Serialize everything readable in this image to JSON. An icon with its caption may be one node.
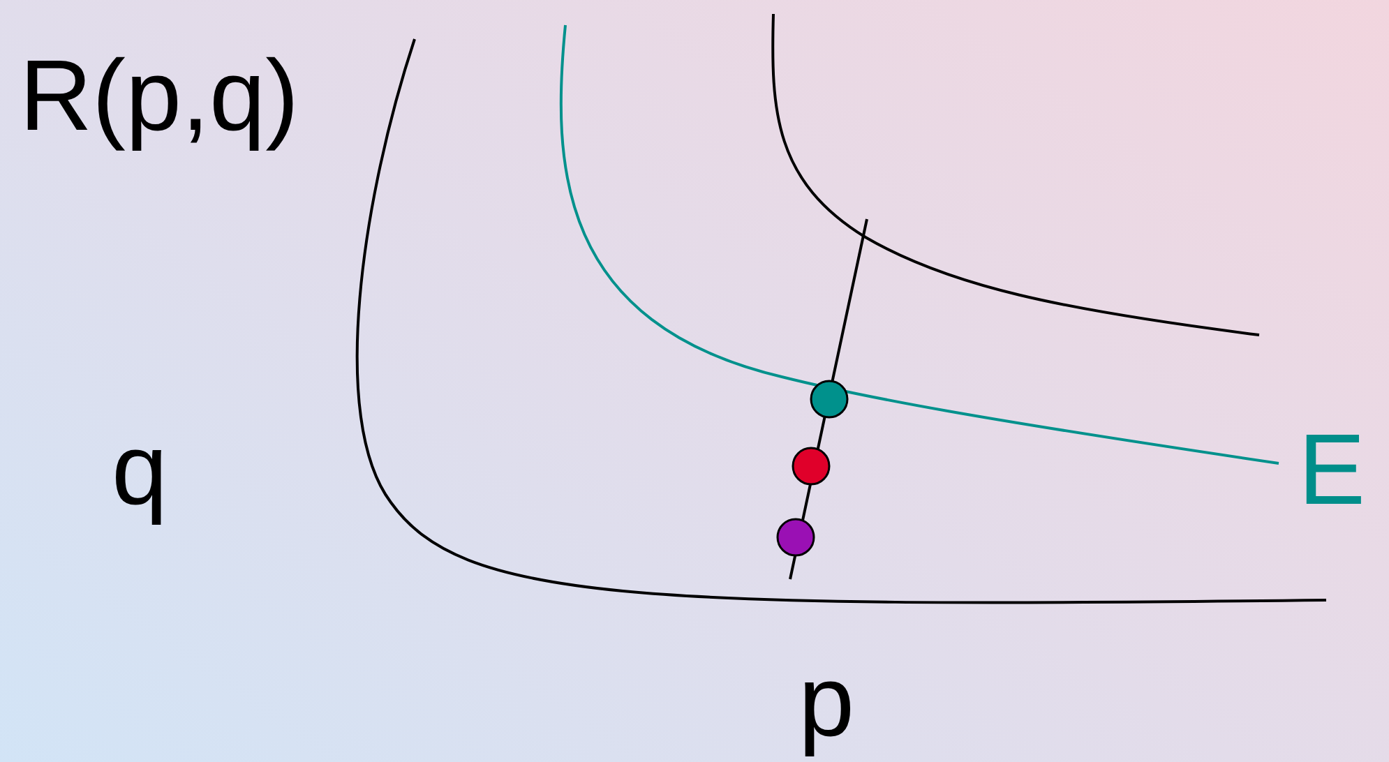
{
  "diagram": {
    "labels": [
      "R(p,q)",
      "q",
      "E",
      "p"
    ]
  }
}
